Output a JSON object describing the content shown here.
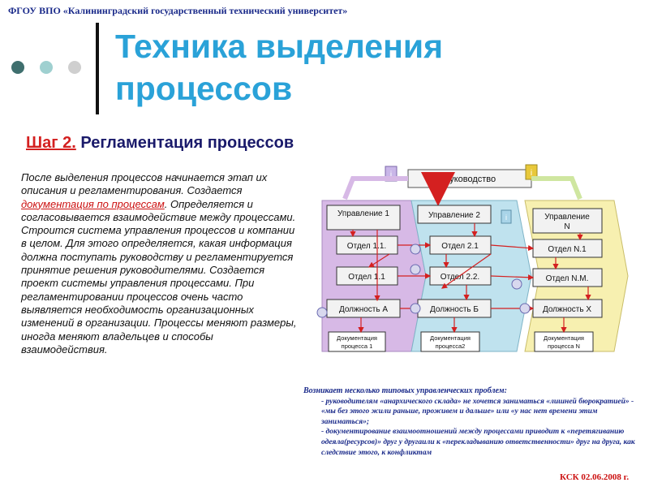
{
  "header": {
    "org": "ФГОУ ВПО «Калининградский государственный технический университет»",
    "title_line1": "Техника выделения",
    "title_line2": "процессов",
    "dot_colors": [
      "#3f6f6e",
      "#9fd0d0",
      "#cfcfcf"
    ],
    "accent": "#2aa2d8"
  },
  "step": {
    "number": "Шаг 2.",
    "title": "Регламентация процессов"
  },
  "body": {
    "before_link": "После выделения процессов начинается этап их описания и регламентирования. Создается ",
    "link": "документация по процессам",
    "after_link": ". Определяется и согласовывается взаимодействие между процессами. Строится система управления процессов и компании в целом. Для этого определяется, какая информация должна поступать руководству и регламентируется принятие решения руководителями. Создается проект системы управления процессами. При регламентировании процессов очень часто выявляется необходимость организационных изменений в организации. Процессы меняют размеры, иногда меняют владельцев и способы взаимодействия."
  },
  "diagram": {
    "top": "Руководство",
    "info_mark": "i",
    "columns": [
      {
        "manager": "Управление 1",
        "dept1": "Отдел 1.1.",
        "dept2": "Отдел 1.1",
        "position": "Должность А",
        "doc": "Документация процесса 1",
        "color": "#d7b9e6"
      },
      {
        "manager": "Управление 2",
        "dept1": "Отдел 2.1",
        "dept2": "Отдел 2.2.",
        "position": "Должность Б",
        "doc": "Документация процесса2",
        "color": "#bfe2ee"
      },
      {
        "manager": "Управление N",
        "dept1": "Отдел N.1",
        "dept2": "Отдел N.M.",
        "position": "Должность Х",
        "doc": "Документация процесса N",
        "color": "#f7f0b0"
      }
    ]
  },
  "problems": {
    "heading": "Возникает несколько типовых управленческих проблем:",
    "items": [
      "- руководителям «анархического склада» не хочется заниматься «лишней бюрократией» - «мы без этого жили раньше, проживем и дальше» или «у нас нет времени этим заниматься»;",
      "- документирование взаимоотношений между процессами приводит к «перетягиванию одеяла(ресурсов)» друг у другаили к «перекладыванию ответственности» друг на друга, как следствие этого, к конфликтам"
    ]
  },
  "footer": "КСК 02.06.2008 г."
}
